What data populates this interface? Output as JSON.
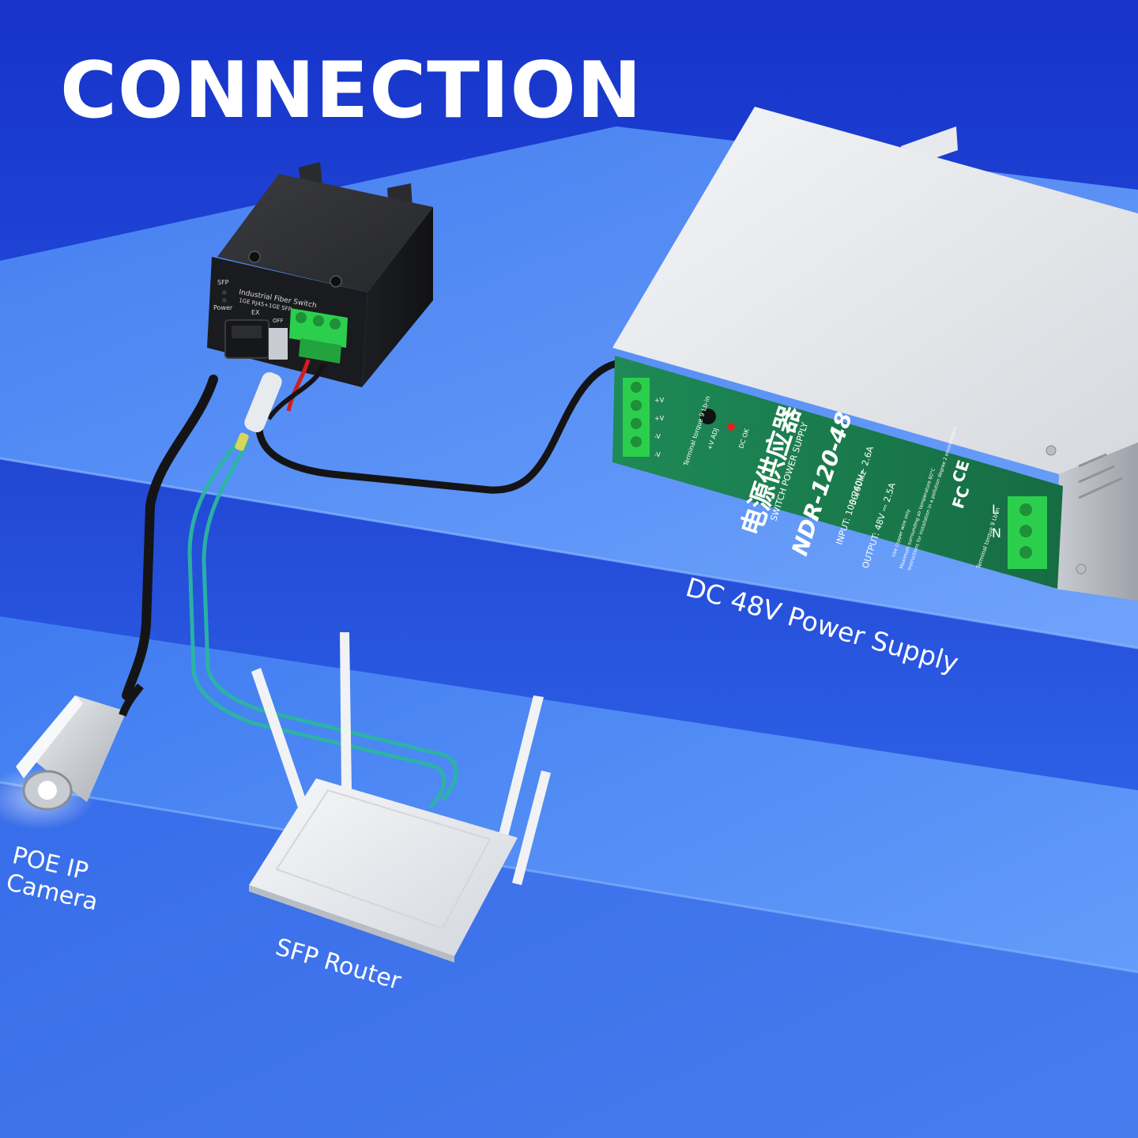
{
  "title": "CONNECTION",
  "labels": {
    "camera": "POE IP Camera",
    "router": "SFP Router",
    "power_supply": "DC 48V Power Supply"
  },
  "switch_device": {
    "name_line1": "Industrial Fiber Switch",
    "name_line2": "1GE RJ45+1GE SFP",
    "indicator_sfp": "SFP",
    "indicator_power": "Power",
    "port_ex": "EX",
    "port_off": "OFF"
  },
  "power_supply_device": {
    "chinese_name": "电源供应器",
    "type": "SWITCH POWER SUPPLY",
    "model": "NDR-120-48",
    "input": "INPUT:  100-240V~ 2.6A",
    "frequency": "50/60Hz",
    "output": "OUTPUT: 48V ⎓ 2.5A",
    "adj_label": "+V ADJ",
    "dc_ok_label": "DC OK",
    "torque_top": "Terminal torque 9 Lb-in",
    "torque_bottom": "Terminal torque 9 Lb-in",
    "terminal_left": [
      "-V",
      "-V",
      "+V",
      "+V"
    ],
    "terminal_right": [
      "N",
      "L"
    ],
    "fc_mark": "FC",
    "ce_mark": "CE",
    "note1": "Use copper wire only",
    "note2": "Maximum surrounding air temperature 60°C",
    "note3": "Instructions for installation in a pollution degree 2 environment"
  },
  "colors": {
    "background_top": "#1f3fd6",
    "background_bottom": "#4d86f2",
    "title": "#ffffff",
    "fiber_cable": "#2bb5a3",
    "psu_label_green": "#1d7a4d",
    "terminal_green": "#2bcf4d"
  }
}
